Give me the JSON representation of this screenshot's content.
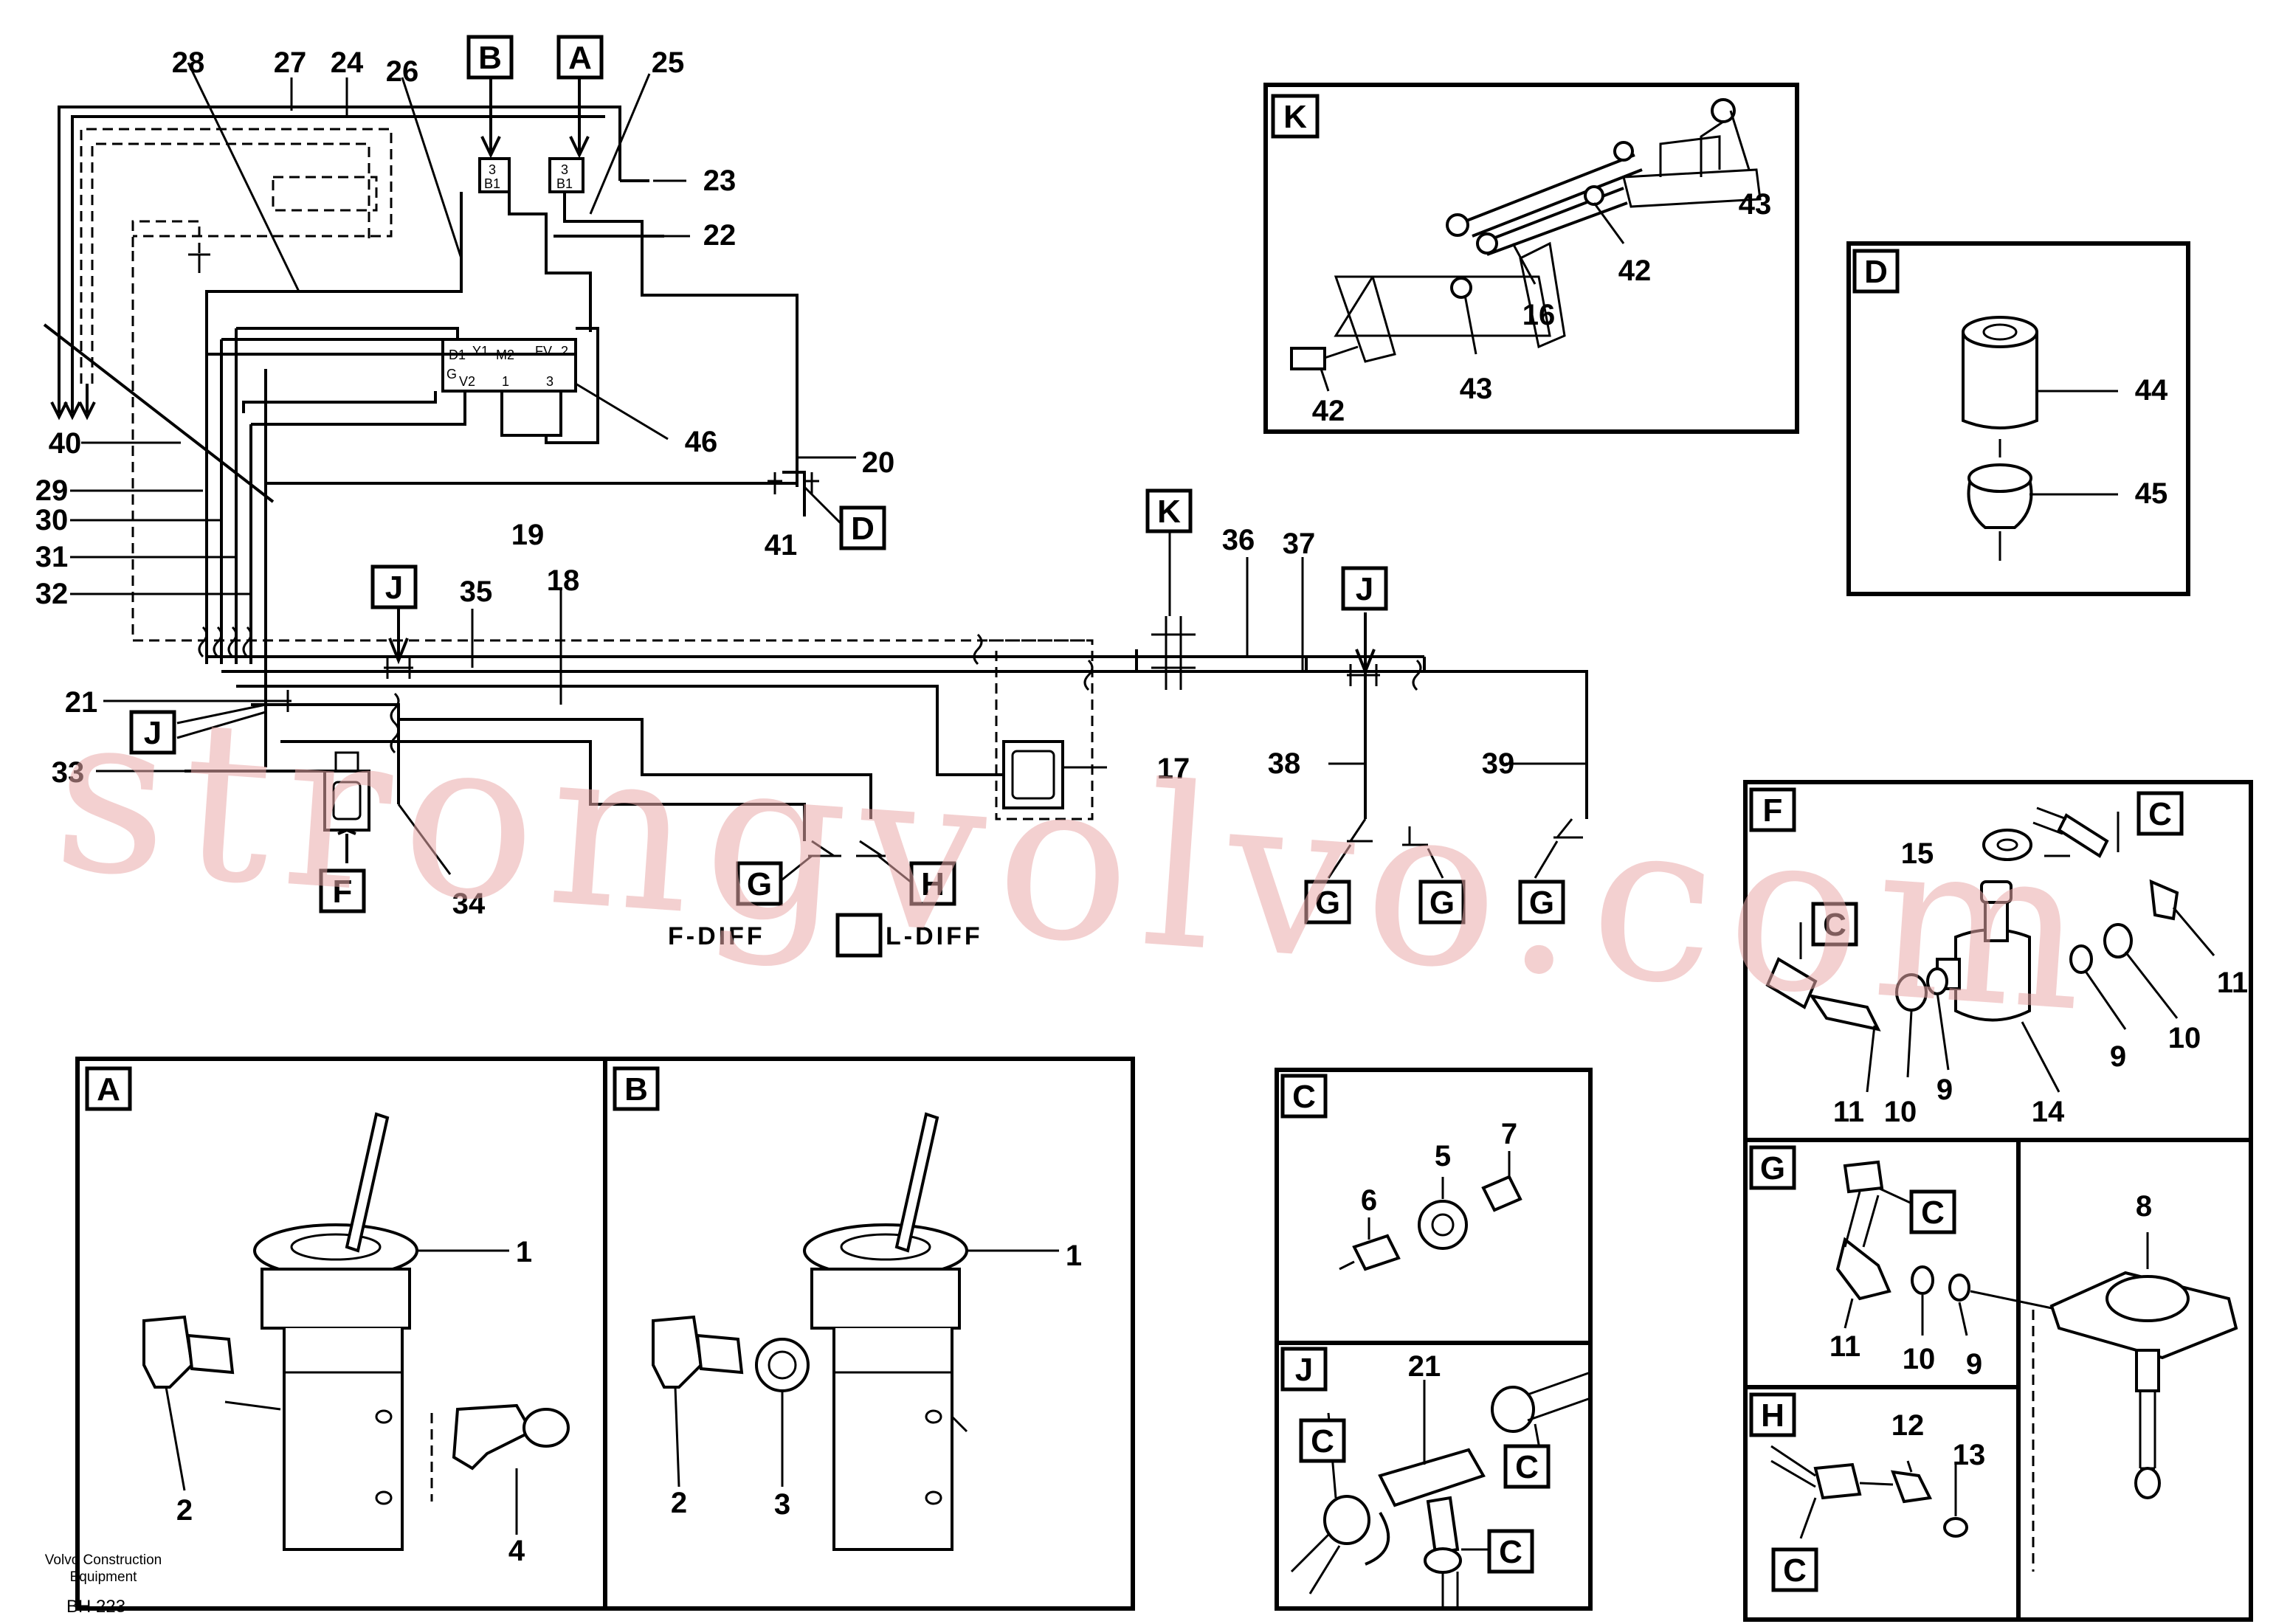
{
  "callouts": {
    "n1a": "1",
    "n1b": "1",
    "n2a": "2",
    "n2b": "2",
    "n3": "3",
    "n4": "4",
    "n5": "5",
    "n6": "6",
    "n7": "7",
    "n8": "8",
    "n9a": "9",
    "n9b": "9",
    "n9c": "9",
    "n10a": "10",
    "n10b": "10",
    "n10c": "10",
    "n11a": "11",
    "n11b": "11",
    "n11c": "11",
    "n12": "12",
    "n13": "13",
    "n14": "14",
    "n15": "15",
    "n16": "16",
    "n17": "17",
    "n18": "18",
    "n19": "19",
    "n20": "20",
    "n21a": "21",
    "n21b": "21",
    "n22": "22",
    "n23": "23",
    "n24": "24",
    "n25": "25",
    "n26": "26",
    "n27": "27",
    "n28": "28",
    "n29": "29",
    "n30": "30",
    "n31": "31",
    "n32": "32",
    "n33": "33",
    "n34": "34",
    "n35": "35",
    "n36": "36",
    "n37": "37",
    "n38": "38",
    "n39": "39",
    "n40": "40",
    "n41": "41",
    "n42a": "42",
    "n42b": "42",
    "n43a": "43",
    "n43b": "43",
    "n44": "44",
    "n45": "45",
    "n46": "46"
  },
  "letters": {
    "A": "A",
    "B": "B",
    "C": "C",
    "D": "D",
    "F": "F",
    "G": "G",
    "H": "H",
    "J": "J",
    "K": "K"
  },
  "valve_labels": {
    "p1": "D1",
    "p2": "Y1",
    "p3": "M2",
    "p4": "FV",
    "p5": "2",
    "p6": "G",
    "p7": "V2",
    "p8": "1",
    "p9": "3"
  },
  "port_labels": {
    "a": "3",
    "b": "B1"
  },
  "tags": {
    "front_diff": "F-DIFF",
    "rear_diff": "L-DIFF"
  },
  "footer": {
    "line1": "Volvo Construction",
    "line2": "Equipment",
    "code": "BH 223"
  },
  "watermark": "strongvolvo.com",
  "colors": {
    "lines": "#000000",
    "watermark": "#e9a9a9",
    "background": "#ffffff"
  }
}
